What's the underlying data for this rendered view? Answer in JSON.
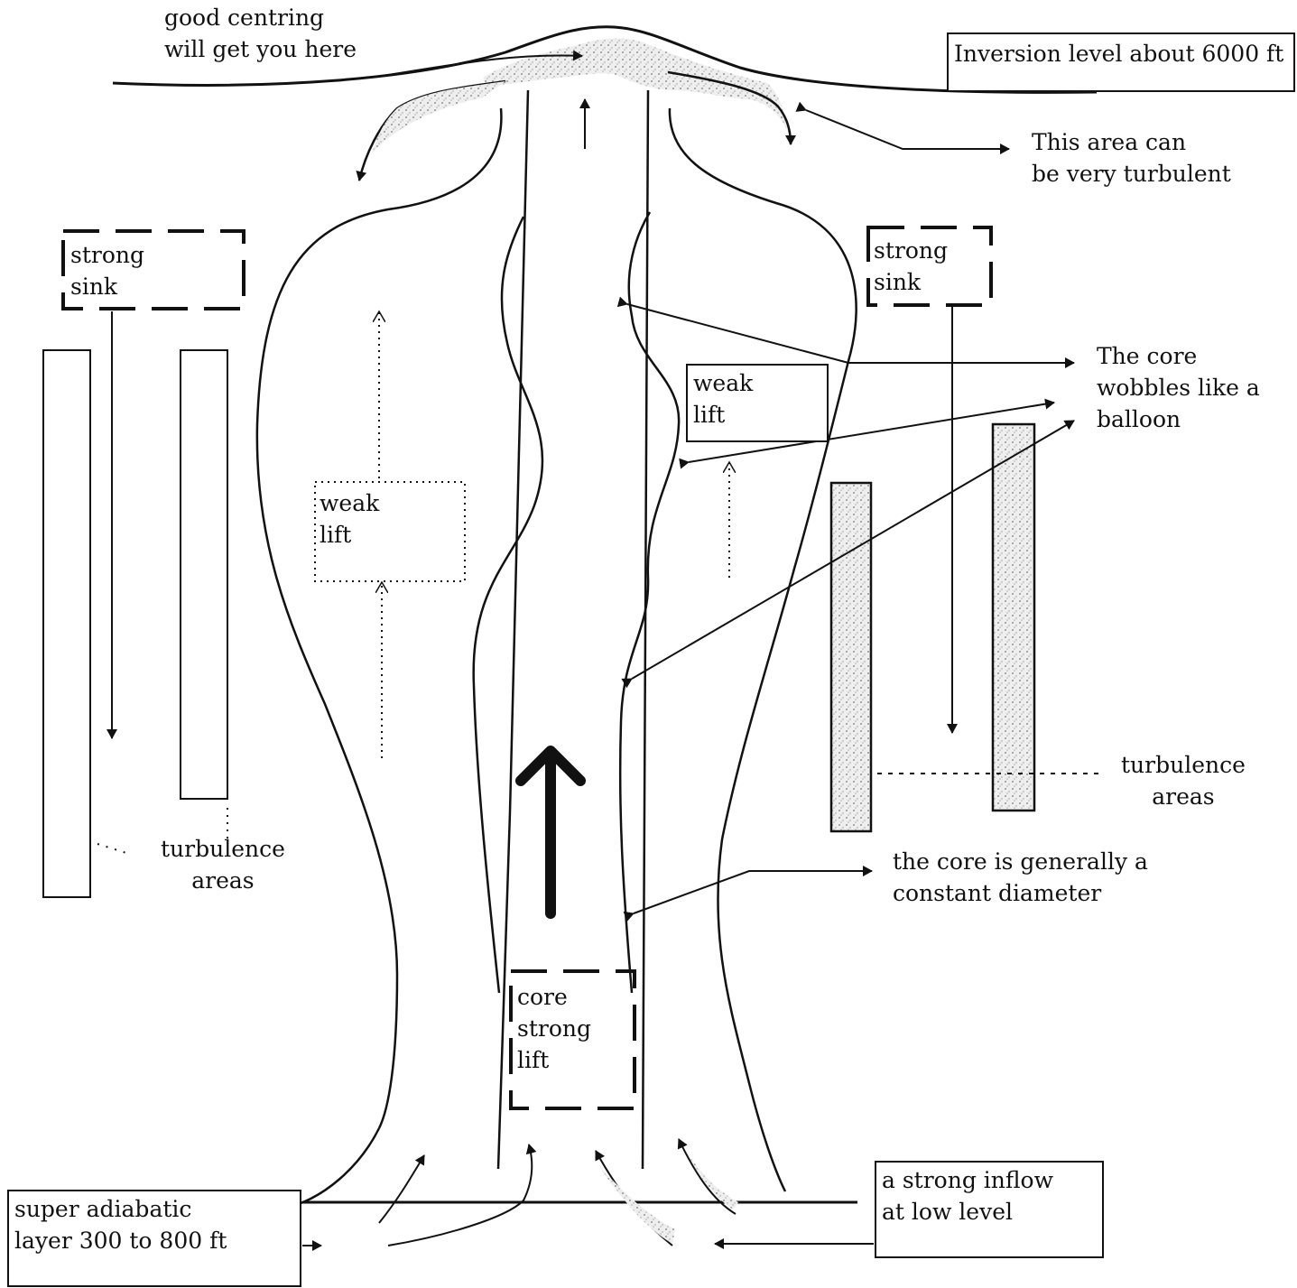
{
  "labels": {
    "good_centring": "good centring\nwill get you here",
    "inversion": "Inversion level about 6000 ft",
    "turbulent": "This area can\nbe very turbulent",
    "strong_sink_left": "strong\nsink",
    "strong_sink_right": "strong\nsink",
    "core_wobbles": "The core\nwobbles like a\nballoon",
    "weak_lift_right": "weak\nlift",
    "weak_lift_left": "weak\nlift",
    "turbulence_right": "turbulence\nareas",
    "turbulence_left": "turbulence\nareas",
    "constant_diameter": "the core is generally a\nconstant diameter",
    "core_strong_lift": "core\nstrong\nlift",
    "strong_inflow": "a strong inflow\nat low level",
    "super_adiabatic": "super adiabatic\nlayer 300 to 800 ft"
  }
}
